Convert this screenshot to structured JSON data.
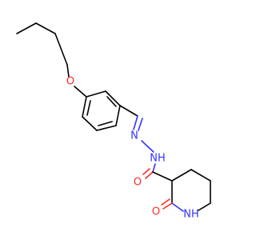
{
  "molecule": {
    "atom_labels": {
      "o_ether": "O",
      "n_imine": "N",
      "nh_hydrazide": "NH",
      "o_amide": "O",
      "o_lactam": "O",
      "nh_lactam": "NH"
    },
    "colors": {
      "bond": "#000000",
      "nitrogen": "#3333ff",
      "oxygen": "#ff2a2a"
    }
  }
}
